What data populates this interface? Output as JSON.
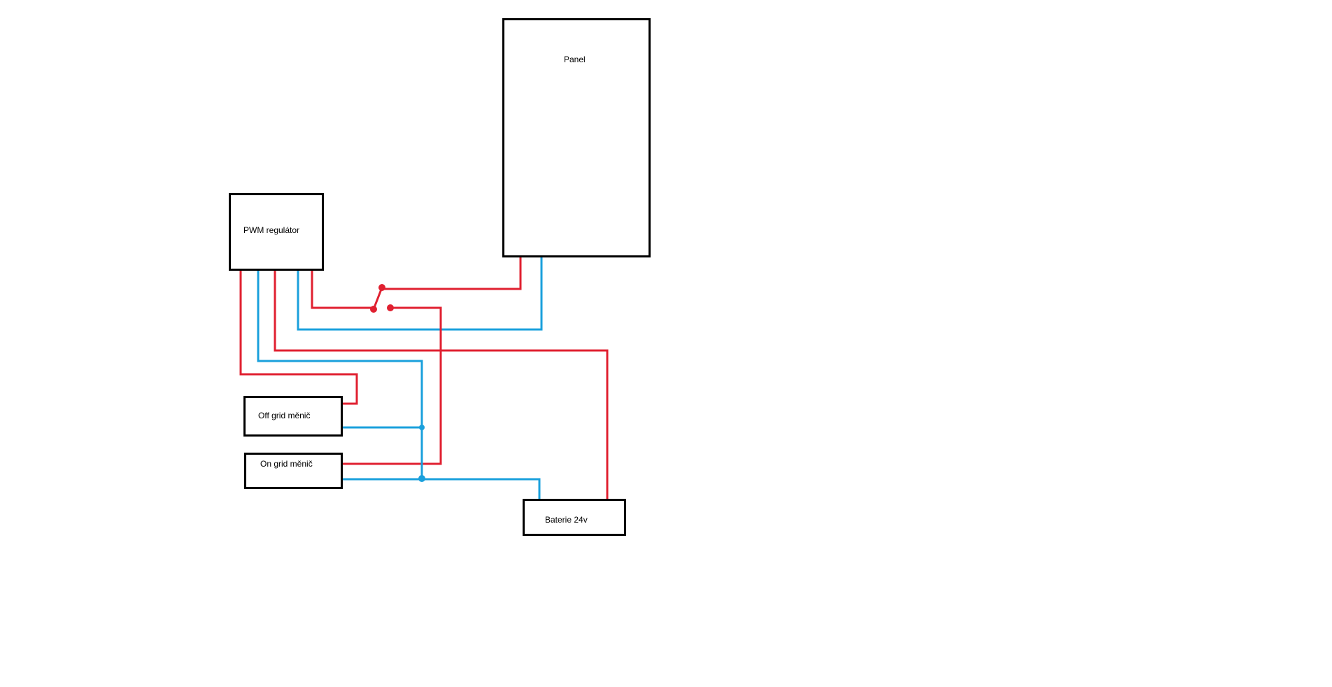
{
  "components": {
    "panel": {
      "label": "Panel"
    },
    "pwm_regulator": {
      "label": "PWM regulátor"
    },
    "off_grid_inverter": {
      "label": "Off grid měnič"
    },
    "on_grid_inverter": {
      "label": "On grid měnič"
    },
    "battery": {
      "label": "Baterie 24v"
    }
  },
  "colors": {
    "positive_wire": "#e02030",
    "negative_wire": "#1aa0dc",
    "outline": "#000000",
    "background": "#ffffff"
  }
}
